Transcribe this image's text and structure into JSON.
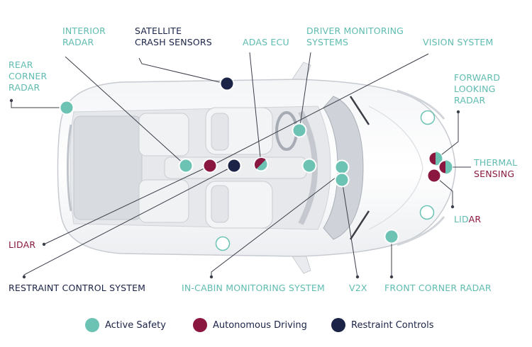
{
  "labels": {
    "interior_radar": [
      "INTERIOR",
      "RADAR"
    ],
    "satellite_crash_sensors": [
      "SATELLITE",
      "CRASH SENSORS"
    ],
    "adas_ecu": "ADAS ECU",
    "driver_monitoring_systems": [
      "DRIVER MONITORING",
      "SYSTEMS"
    ],
    "vision_system": "VISION SYSTEM",
    "rear_corner_radar": [
      "REAR",
      "CORNER",
      "RADAR"
    ],
    "forward_looking_radar": [
      "FORWARD",
      "LOOKING",
      "RADAR"
    ],
    "thermal": "THERMAL",
    "sensing": "SENSING",
    "lidar_right_a": "LID",
    "lidar_right_b": "AR",
    "lidar_left": "LIDAR",
    "restraint_control_system": "RESTRAINT CONTROL SYSTEM",
    "in_cabin_monitoring_system": "IN-CABIN MONITORING SYSTEM",
    "v2x": "V2X",
    "front_corner_radar": "FRONT CORNER RADAR"
  },
  "legend": [
    {
      "label": "Active Safety",
      "color": "#6cc3b4"
    },
    {
      "label": "Autonomous Driving",
      "color": "#8a1740"
    },
    {
      "label": "Restraint Controls",
      "color": "#1b2347"
    }
  ],
  "colors": {
    "active_safety": "#6cc3b4",
    "autonomous_driving": "#8a1740",
    "restraint_controls": "#1b2347",
    "label_teal": "#5fbcb0",
    "label_navy": "#1b2347"
  }
}
